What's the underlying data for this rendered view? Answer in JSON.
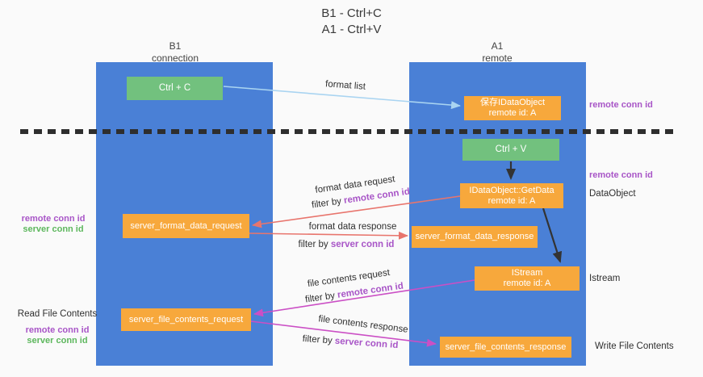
{
  "title": {
    "line1": "B1 - Ctrl+C",
    "line2": "A1 - Ctrl+V"
  },
  "columns": {
    "left": {
      "name": "B1",
      "role": "connection"
    },
    "right": {
      "name": "A1",
      "role": "remote"
    }
  },
  "nodes": {
    "ctrl_c": {
      "label": "Ctrl + C"
    },
    "save_dataobject": {
      "line1": "保存IDataObject",
      "line2": "remote id: A"
    },
    "ctrl_v": {
      "label": "Ctrl + V"
    },
    "getdata": {
      "line1": "IDataObject::GetData",
      "line2": "remote id: A"
    },
    "format_request": {
      "label": "server_format_data_request"
    },
    "format_response": {
      "label": "server_format_data_response"
    },
    "istream": {
      "line1": "IStream",
      "line2": "remote id: A"
    },
    "file_request": {
      "label": "server_file_contents_request"
    },
    "file_response": {
      "label": "server_file_contents_response"
    }
  },
  "flows": {
    "format_list": "format list",
    "format_request_label": "format data request",
    "format_request_filter_prefix": "filter by ",
    "format_request_filter_key": "remote conn id",
    "format_response_label": "format data response",
    "format_response_filter_prefix": "filter by ",
    "format_response_filter_key": "server conn id",
    "file_request_label": "file contents request",
    "file_request_filter_prefix": "filter by ",
    "file_request_filter_key": "remote conn id",
    "file_response_label": "file contents response",
    "file_response_filter_prefix": "filter by ",
    "file_response_filter_key": "server conn id"
  },
  "side_labels": {
    "left_format": {
      "remote": "remote conn id",
      "server": "server conn id"
    },
    "left_file": {
      "title": "Read File Contents",
      "remote": "remote conn id",
      "server": "server conn id"
    },
    "right_top_remote": "remote conn id",
    "right_mid_remote": "remote conn id",
    "right_dataobject": "DataObject",
    "right_istream": "Istream",
    "right_write": "Write File Contents"
  },
  "colors": {
    "background": "#fafafa",
    "column_blue": "#4a80d6",
    "node_orange": "#f7a83c",
    "node_green": "#72c17e",
    "arrow_black": "#333333",
    "arrow_salmon": "#e8756d",
    "arrow_magenta": "#cb4fc5",
    "arrow_lightblue": "#a9d4f1",
    "label_purple": "#a855c7",
    "label_green": "#5db75d"
  }
}
